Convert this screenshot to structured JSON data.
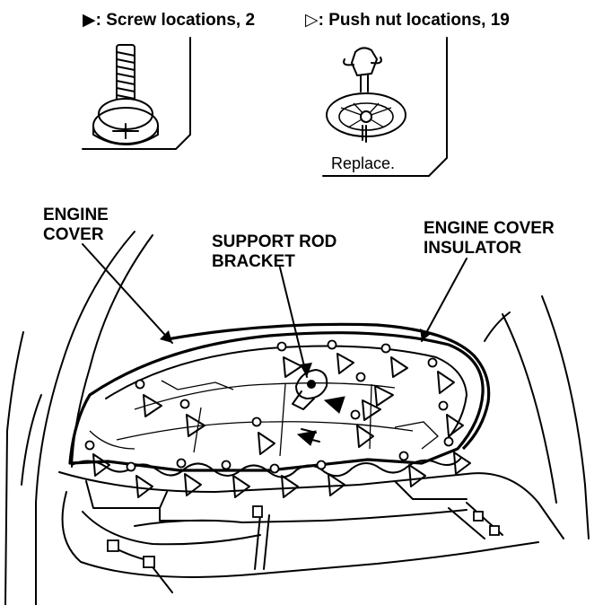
{
  "legend": {
    "screw_symbol": "▶",
    "screw_text": ": Screw locations, 2",
    "pushnut_symbol": "▷",
    "pushnut_text": ": Push nut locations, 19",
    "replace_text": "Replace."
  },
  "labels": {
    "engine_cover_line1": "ENGINE",
    "engine_cover_line2": "COVER",
    "support_line1": "SUPPORT ROD",
    "support_line2": "BRACKET",
    "insulator_line1": "ENGINE COVER",
    "insulator_line2": "INSULATOR"
  },
  "colors": {
    "ink": "#000000",
    "paper": "#ffffff"
  }
}
